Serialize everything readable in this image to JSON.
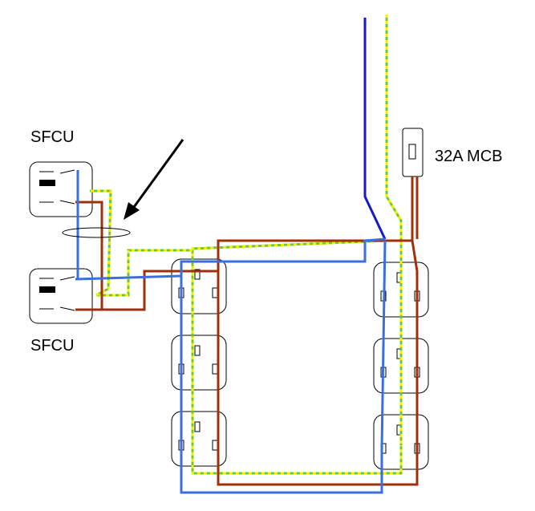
{
  "labels": {
    "sfcu_top": "SFCU",
    "sfcu_bottom": "SFCU",
    "mcb": "32A MCB"
  },
  "colors": {
    "live": "#a0300a",
    "neutral": "#3a6fe0",
    "supply_neutral": "#1818c8",
    "earth_green": "#6ec832",
    "earth_yellow": "#f0f000",
    "outline": "#000000"
  }
}
